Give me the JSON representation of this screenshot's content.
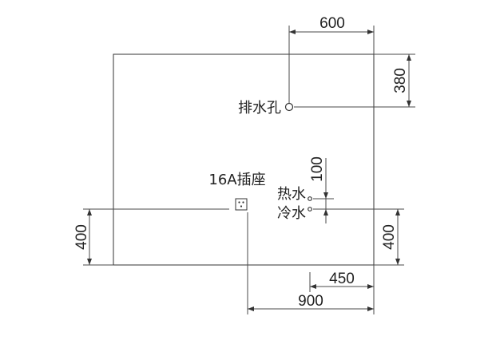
{
  "dimensions": {
    "top_width": "600",
    "drain_height": "380",
    "water_spacing": "100",
    "socket_height": "400",
    "water_height": "400",
    "water_offset": "450",
    "socket_offset": "900"
  },
  "labels": {
    "drain": "排水孔",
    "socket": "16A插座",
    "hot_water": "热水",
    "cold_water": "冷水"
  },
  "colors": {
    "line": "#4a4a4a",
    "text": "#222222"
  }
}
